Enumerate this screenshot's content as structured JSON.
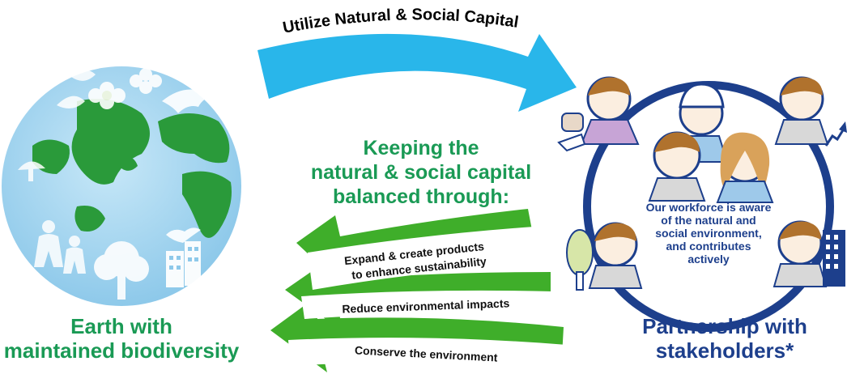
{
  "top_arrow": {
    "label": "Utilize Natural & Social Capital"
  },
  "center": {
    "heading_lines": [
      "Keeping the",
      "natural & social capital",
      "balanced through:"
    ]
  },
  "actions": [
    {
      "label_lines": [
        "Expand & create products",
        "to enhance sustainability"
      ]
    },
    {
      "label_lines": [
        "Reduce environmental impacts"
      ]
    },
    {
      "label_lines": [
        "Conserve the environment"
      ]
    }
  ],
  "earth": {
    "caption_lines": [
      "Earth with",
      "maintained biodiversity"
    ],
    "icons": [
      "flower-icon",
      "leaf-icon",
      "dolphin-icon",
      "bird-icon",
      "tree-icon",
      "buildings-icon",
      "people-icon",
      "mushroom-icon"
    ]
  },
  "stakeholders": {
    "caption_lines": [
      "Partnership with",
      "stakeholders*"
    ],
    "inner_lines": [
      "Our workforce is aware",
      "of the natural and",
      "social environment,",
      "and contributes",
      "actively"
    ],
    "icons": [
      "person-icon",
      "helmet-person-icon",
      "woman-icon",
      "tree-icon",
      "building-icon",
      "chart-icon"
    ]
  },
  "colors": {
    "top_arrow": "#29b6ea",
    "green_arrow": "#3fae2a",
    "green_text": "#1a9a55",
    "navy": "#1d3f8c",
    "earth_ocean": "#a9d7ef",
    "earth_land": "#2a9a3a"
  }
}
